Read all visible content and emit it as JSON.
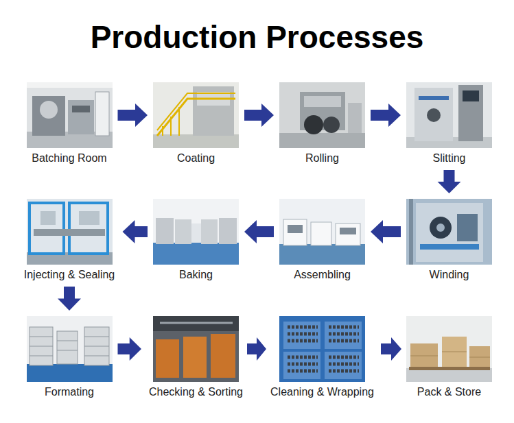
{
  "diagram": {
    "title": "Production Processes",
    "nodes": [
      {
        "text": [
          "Batching Room"
        ]
      },
      {
        "text": [
          "Coating"
        ]
      },
      {
        "text": [
          "Rolling"
        ]
      },
      {
        "text": [
          "Slitting"
        ]
      },
      {
        "text": [
          "Winding"
        ]
      },
      {
        "text": [
          "Assembling"
        ]
      },
      {
        "text": [
          "Baking"
        ]
      },
      {
        "text": [
          "Injecting & Sealing"
        ]
      },
      {
        "text": [
          "Formating"
        ]
      },
      {
        "text": [
          "Checking & Sorting"
        ]
      },
      {
        "text": [
          "Cleaning & Wrapping"
        ]
      },
      {
        "text": [
          "Pack & Store"
        ]
      }
    ],
    "edges": [
      {
        "from": 0,
        "to": 1,
        "arrow": "to"
      },
      {
        "from": 1,
        "to": 2,
        "arrow": "to"
      },
      {
        "from": 2,
        "to": 3,
        "arrow": "to"
      },
      {
        "from": 3,
        "to": 4,
        "arrow": "to"
      },
      {
        "from": 4,
        "to": 5,
        "arrow": "to"
      },
      {
        "from": 5,
        "to": 6,
        "arrow": "to"
      },
      {
        "from": 6,
        "to": 7,
        "arrow": "to"
      },
      {
        "from": 7,
        "to": 8,
        "arrow": "to"
      },
      {
        "from": 8,
        "to": 9,
        "arrow": "to"
      },
      {
        "from": 9,
        "to": 10,
        "arrow": "to"
      },
      {
        "from": 10,
        "to": 11,
        "arrow": "to"
      }
    ]
  }
}
